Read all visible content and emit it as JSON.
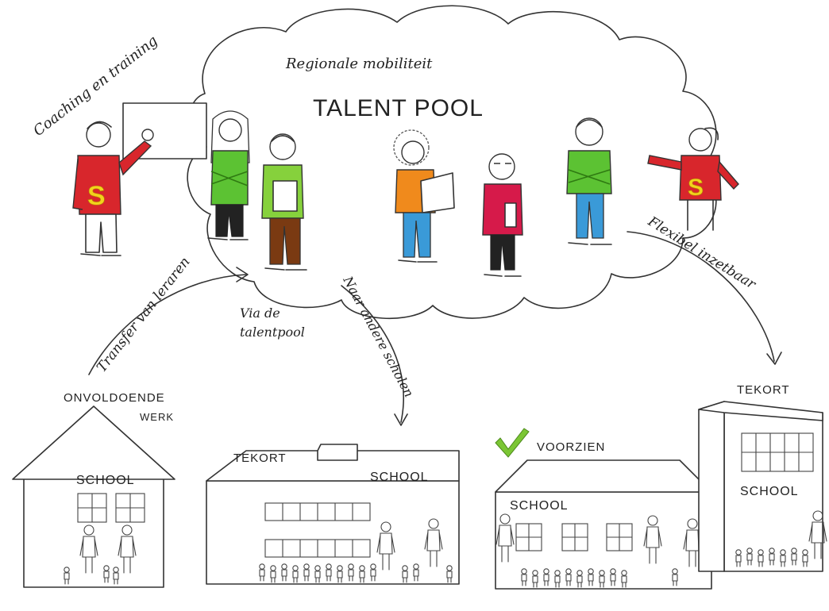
{
  "cloud": {
    "subtitle": "Regionale mobiliteit",
    "title": "TALENT POOL"
  },
  "labels": {
    "coaching": "Coaching en training",
    "transfer": "Transfer van leraren",
    "via_line1": "Via de",
    "via_line2": "talentpool",
    "naar": "Naar andere scholen",
    "flexibel": "Flexibel inzetbaar"
  },
  "schools": [
    {
      "status_line1": "ONVOLDOENDE",
      "status_line2": "WERK",
      "sign": "SCHOOL"
    },
    {
      "status_line1": "TEKORT",
      "status_line2": "",
      "sign": "SCHOOL"
    },
    {
      "status_line1": "VOORZIEN",
      "status_line2": "",
      "sign": "SCHOOL"
    },
    {
      "status_line1": "TEKORT",
      "status_line2": "",
      "sign": "SCHOOL"
    }
  ],
  "trainer_letter": "S",
  "colors": {
    "super_red": "#d8262c",
    "super_yellow": "#f3d21c",
    "shirt_green": "#5cc233",
    "shirt_lime": "#86d13c",
    "shirt_orange": "#f08a1c",
    "shirt_crimson": "#d61a4a",
    "pants_brown": "#7a3a12",
    "pants_blue": "#3a9ad8",
    "pants_black": "#222222",
    "check_green": "#7bc634"
  }
}
